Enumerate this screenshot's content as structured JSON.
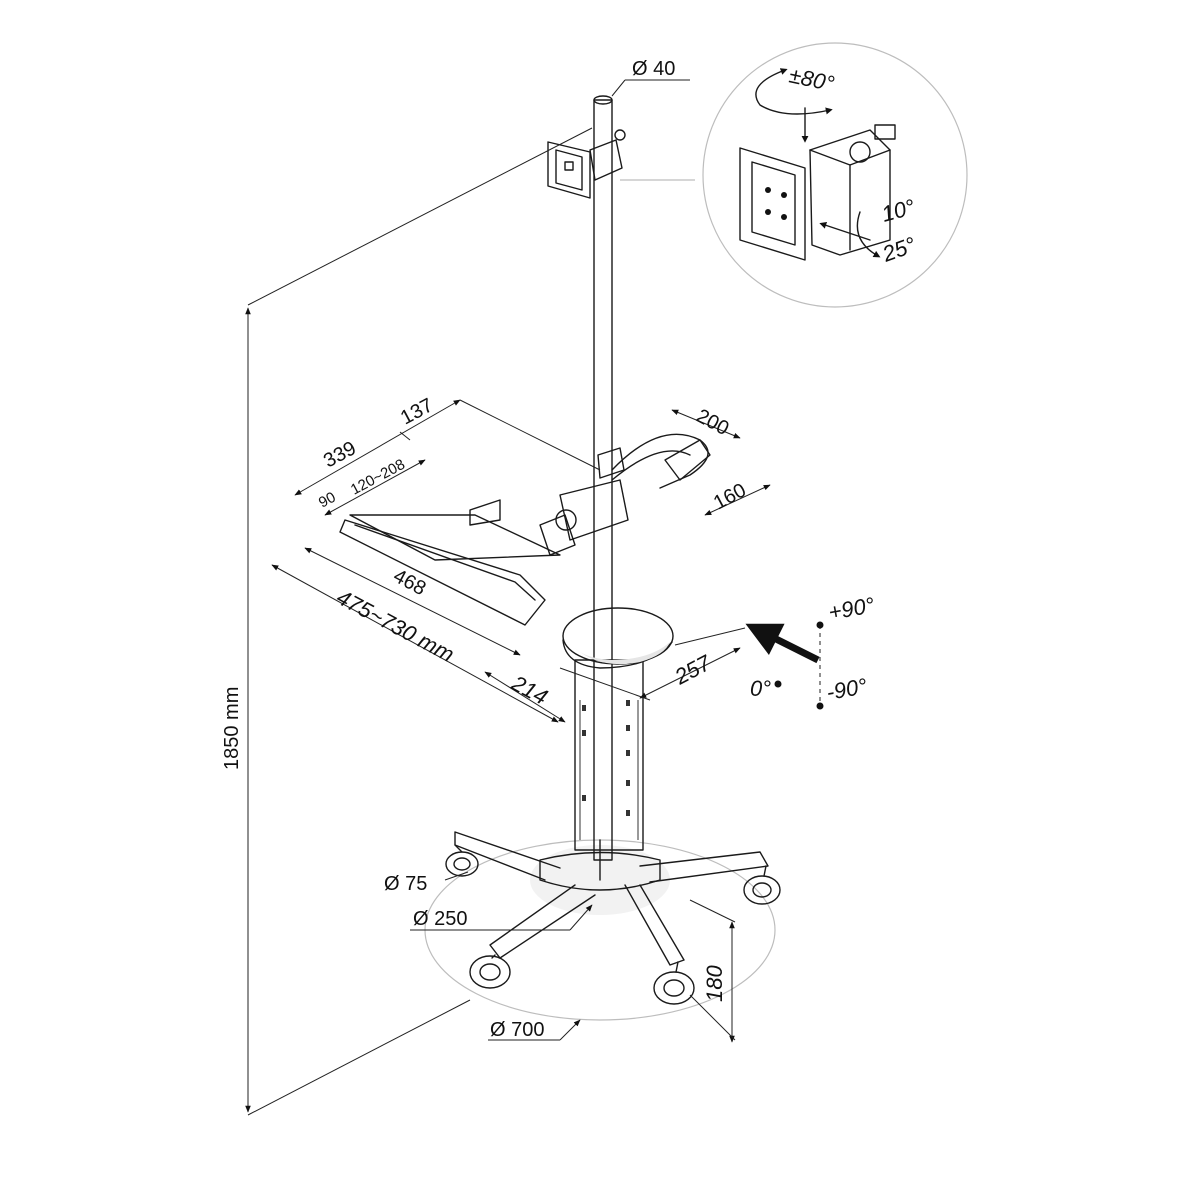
{
  "dimensions": {
    "total_height": "1850 mm",
    "pole_diameter": "Ø 40",
    "keyboard_depth": "339",
    "keyboard_offset": "137",
    "tray_height_range": "120~208",
    "tray_depth": "90",
    "keyboard_width": "468",
    "keyboard_reach": "475~730 mm",
    "mouse_offset": "214",
    "mouse_width": "257",
    "handle_width": "200",
    "handle_depth": "160",
    "caster_diameter": "Ø 75",
    "column_diameter": "Ø 250",
    "base_diameter": "Ø 700",
    "base_height": "180"
  },
  "rotation": {
    "mount_swivel": "±80°",
    "tilt_up": "10°",
    "tilt_down": "25°",
    "tray_plus": "+90°",
    "tray_zero": "0°",
    "tray_minus": "-90°"
  }
}
